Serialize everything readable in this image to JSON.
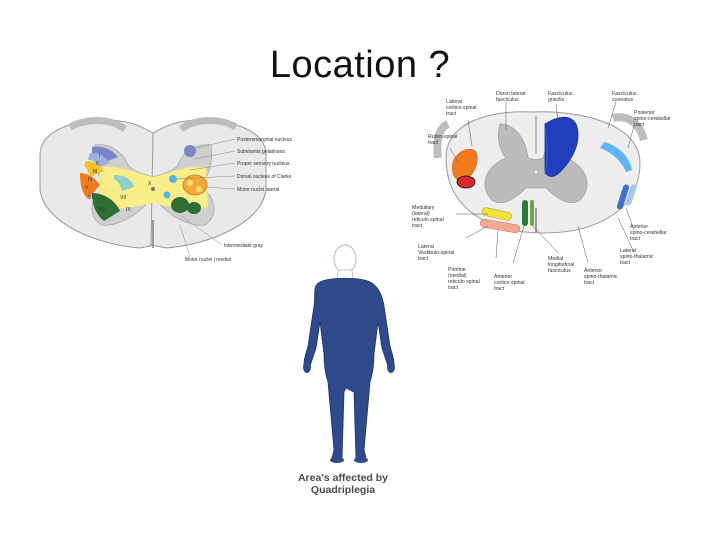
{
  "title": "Location ?",
  "left_diagram": {
    "labels": [
      "Posteromarginal nucleus",
      "Substantia gelatinosa",
      "Proper sensory nucleus",
      "Dorsal nucleus of Clarke",
      "Motor nuclei lateral",
      "Intermediate gray",
      "Motor nuclei | medial"
    ],
    "laminae": [
      "I",
      "II",
      "III",
      "IV",
      "V",
      "VI",
      "VII",
      "VIII",
      "IX",
      "X"
    ]
  },
  "right_diagram": {
    "labels": {
      "dorsolateral_fasciculus": [
        "Dorso lateral",
        "fasciculus"
      ],
      "fasciculus_gracilis": [
        "Fasciculus",
        "gracilis"
      ],
      "fasciculus_cuneatus": [
        "Fasciculus",
        "cuneatus"
      ],
      "lateral_corticospinal": [
        "Lateral",
        "cortico-spinal",
        "tract"
      ],
      "rubrospinal": [
        "Rubro-spinal",
        "tract"
      ],
      "posterior_spinocerebellar": [
        "Posterior",
        "spino-cerebellar",
        "tract"
      ],
      "medullary_reticulospinal": [
        "Medullary",
        "(lateral)",
        "reticulo spinal",
        "tract"
      ],
      "lateral_vestibulospinal": [
        "Lateral",
        "Vestibulo-spinal",
        "tract"
      ],
      "pontine_reticulospinal": [
        "Pontine",
        "(medial)",
        "reticulo spinal",
        "tract"
      ],
      "anterior_corticospinal": [
        "Anterior",
        "cortico-spinal",
        "tract"
      ],
      "medial_longitudinal": [
        "Medial",
        "longitudinal",
        "fasciculus"
      ],
      "anterior_spinothalamic": [
        "Anterior",
        "spino-thalamic",
        "tract"
      ],
      "anterior_spinocerebellar": [
        "Anterior",
        "spino-cerebellar",
        "tract"
      ],
      "lateral_spinothalamic": [
        "Lateral",
        "spino-thalamic",
        "tract"
      ]
    }
  },
  "figure_caption": [
    "Area's affected by",
    "Quadriplegia"
  ],
  "colors": {
    "body_silhouette": "#2e4a8c",
    "gracilis": "#1f3fbf",
    "rubrospinal": "#f07a1e",
    "corticospinal": "#d8262c",
    "spinocerebellar_post": "#5fb6ee",
    "spinocerebellar_ant": "#3f6fd0",
    "vestibulospinal": "#f2e23c",
    "reticulospinal": "#f4a994",
    "medial_longitudinal": "#2f7a3a",
    "gray_matter": "#bcbcbc",
    "white_matter": "#eeeeee",
    "highlight_yellow": "#fff27a"
  }
}
